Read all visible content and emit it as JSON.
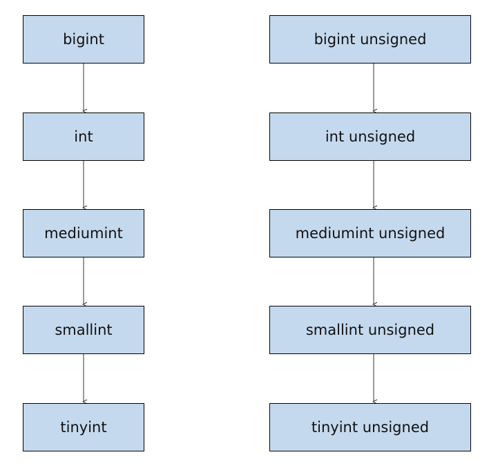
{
  "left_column": [
    {
      "label": "bigint"
    },
    {
      "label": "int"
    },
    {
      "label": "mediumint"
    },
    {
      "label": "smallint"
    },
    {
      "label": "tinyint"
    }
  ],
  "right_column": [
    {
      "label": "bigint unsigned"
    },
    {
      "label": "int unsigned"
    },
    {
      "label": "mediumint unsigned"
    },
    {
      "label": "smallint unsigned"
    },
    {
      "label": "tinyint unsigned"
    }
  ],
  "colors": {
    "node_fill": "#c5d9ee",
    "node_border": "#000000",
    "edge": "#333333"
  }
}
